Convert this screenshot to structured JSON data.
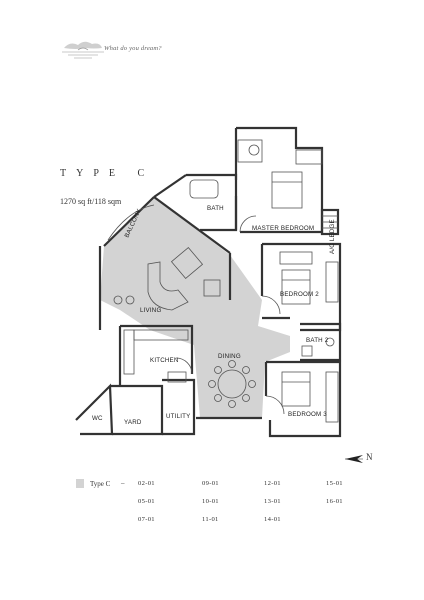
{
  "header": {
    "tagline": "What do you dream?",
    "logo_icon": "cloud-lake-sketch-icon"
  },
  "plan": {
    "type_title": "TYPE C",
    "area": "1270 sq ft/118 sqm",
    "north_label": "N",
    "shaded_color": "#d3d3d3",
    "rooms": {
      "bath": "BATH",
      "master_bedroom": "MASTER BEDROOM",
      "ac_ledge": "A/C LEDGE",
      "balcony": "BALCONY",
      "living": "LIVING",
      "bedroom2": "BEDROOM 2",
      "bath2": "BATH 2",
      "kitchen": "KITCHEN",
      "dining": "DINING",
      "bedroom3": "BEDROOM 3",
      "wc": "WC",
      "yard": "YARD",
      "utility": "UTILITY"
    }
  },
  "legend": {
    "type": "Type C",
    "dash": "–",
    "units": [
      "02-01",
      "05-01",
      "07-01",
      "09-01",
      "10-01",
      "11-01",
      "12-01",
      "13-01",
      "14-01",
      "15-01",
      "16-01"
    ]
  }
}
